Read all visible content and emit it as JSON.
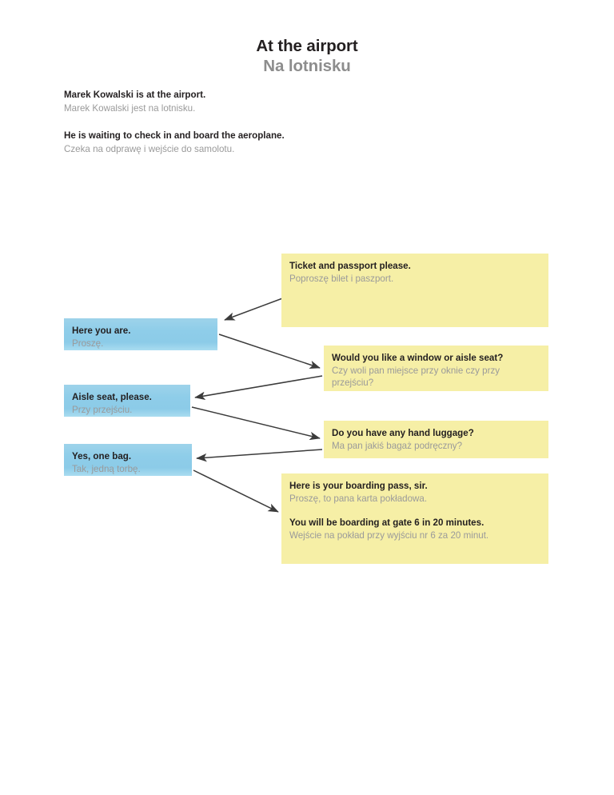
{
  "page": {
    "title_en": "At the airport",
    "title_pl": "Na lotnisku"
  },
  "intro": [
    {
      "en": "Marek Kowalski is at the airport.",
      "pl": "Marek Kowalski jest na lotnisku."
    },
    {
      "en": "He is waiting to check in and board the aeroplane.",
      "pl": "Czeka na odprawę i wejście do samolotu."
    }
  ],
  "colors": {
    "yellow_bubble": "#f6efa6",
    "blue_bubble_top": "#9ed3ea",
    "blue_bubble_bottom": "#a9dcf0",
    "english_text": "#231f20",
    "polish_text": "#9a9a9a",
    "arrow": "#3b3b3b",
    "background": "#ffffff"
  },
  "dialogue": [
    {
      "id": "ticket",
      "speaker": "staff",
      "side": "right",
      "lines": [
        {
          "en": "Ticket and passport please.",
          "pl": "Poproszę bilet i paszport."
        }
      ]
    },
    {
      "id": "here-you-are",
      "speaker": "passenger",
      "side": "left",
      "lines": [
        {
          "en": "Here you are.",
          "pl": "Proszę."
        }
      ]
    },
    {
      "id": "seat-question",
      "speaker": "staff",
      "side": "right",
      "lines": [
        {
          "en": "Would you like a window or aisle seat?",
          "pl": "Czy woli pan miejsce przy oknie czy przy przejściu?"
        }
      ]
    },
    {
      "id": "aisle-seat",
      "speaker": "passenger",
      "side": "left",
      "lines": [
        {
          "en": "Aisle seat, please.",
          "pl": "Przy przejściu."
        }
      ]
    },
    {
      "id": "hand-luggage",
      "speaker": "staff",
      "side": "right",
      "lines": [
        {
          "en": "Do you have any hand luggage?",
          "pl": "Ma pan jakiś bagaż podręczny?"
        }
      ]
    },
    {
      "id": "one-bag",
      "speaker": "passenger",
      "side": "left",
      "lines": [
        {
          "en": "Yes, one bag.",
          "pl": "Tak, jedną torbę."
        }
      ]
    },
    {
      "id": "boarding-pass",
      "speaker": "staff",
      "side": "right",
      "lines": [
        {
          "en": "Here is your boarding pass, sir.",
          "pl": "Proszę, to pana karta pokładowa."
        },
        {
          "en": "You will be boarding at gate 6 in 20 minutes.",
          "pl": "Wejście na pokład przy wyjściu nr 6 za 20 minut."
        }
      ]
    }
  ],
  "arrows": [
    {
      "from": "ticket",
      "to": "here-you-are"
    },
    {
      "from": "here-you-are",
      "to": "seat-question"
    },
    {
      "from": "seat-question",
      "to": "aisle-seat"
    },
    {
      "from": "aisle-seat",
      "to": "hand-luggage"
    },
    {
      "from": "hand-luggage",
      "to": "one-bag"
    },
    {
      "from": "one-bag",
      "to": "boarding-pass"
    }
  ]
}
